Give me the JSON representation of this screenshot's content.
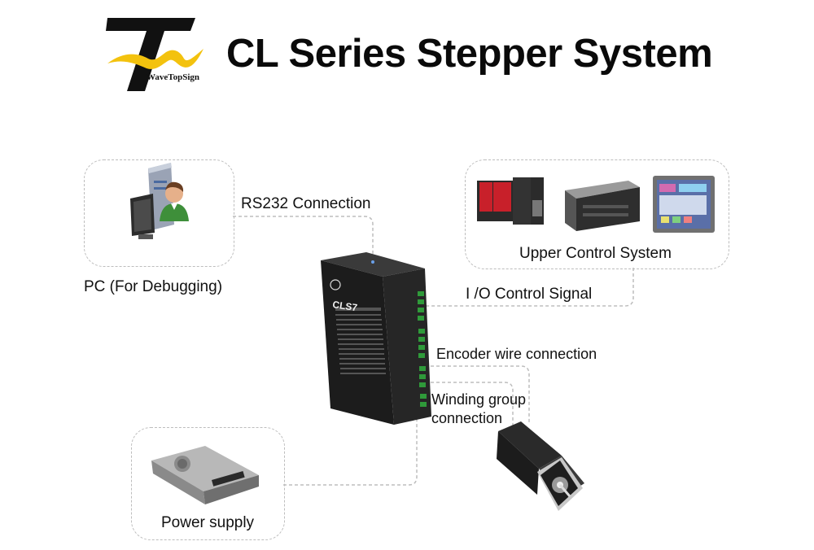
{
  "header": {
    "title": "CL Series Stepper System",
    "logo_text": "WaveTopSign"
  },
  "components": {
    "pc_label": "PC (For Debugging)",
    "upper_label": "Upper Control System",
    "power_label": "Power supply"
  },
  "connections": {
    "rs232": "RS232 Connection",
    "io": "I /O Control Signal",
    "encoder": "Encoder wire connection",
    "winding_line1": "Winding group",
    "winding_line2": "connection"
  },
  "driver": {
    "model": "CLS7"
  },
  "colors": {
    "logo_yellow": "#f3c20e",
    "driver_body": "#1c1c1c",
    "terminal_green": "#2f9a3a",
    "dash": "#bdbdbd"
  }
}
